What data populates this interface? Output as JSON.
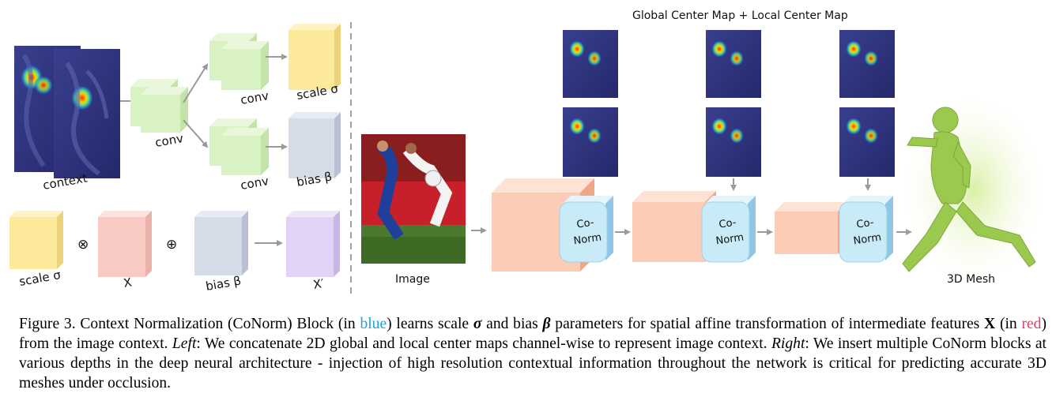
{
  "left": {
    "context_label": "context",
    "conv_label_1": "conv",
    "conv_label_2": "conv",
    "conv_label_3": "conv",
    "scale_label_top": "scale σ",
    "bias_label_top": "bias β",
    "scale_label_bottom": "scale σ",
    "x_label": "X",
    "bias_label_bottom": "bias β",
    "xprime_label": "X′",
    "op_multiply": "⊗",
    "op_add": "⊕"
  },
  "right": {
    "image_label": "Image",
    "maps_title": "Global Center Map + Local Center Map",
    "conorm_label": "Co-\nNorm",
    "mesh_label": "3D Mesh"
  },
  "colors": {
    "yellow": "#fde99a",
    "pink": "#f9c9c4",
    "blue_gray": "#d6dbe8",
    "lavender": "#e0d3f5",
    "green": "#d9f2c4",
    "salmon": "#fbcdb7",
    "cyan": "#c9eaf7",
    "heatmap_bg": "#2b2f7a",
    "mesh_green": "#9bc94e"
  },
  "caption": {
    "fig": "Figure 3.",
    "t1": " Context Normalization (CoNorm) Block (in ",
    "blue_word": "blue",
    "t2": ") learns scale ",
    "sigma": "σ",
    "t3": " and bias ",
    "beta": "β",
    "t4": " parameters for spatial affine transformation of intermediate features ",
    "X": "X",
    "t5": " (in ",
    "red_word": "red",
    "t6": ") from the image context. ",
    "left_word": "Left",
    "t7": ": We concatenate 2D global and local center maps channel-wise to represent image context. ",
    "right_word": "Right",
    "t8": ": We insert multiple CoNorm blocks at various depths in the deep neural architecture - injection of high resolution contextual information throughout the network is critical for predicting accurate 3D meshes under occlusion."
  }
}
